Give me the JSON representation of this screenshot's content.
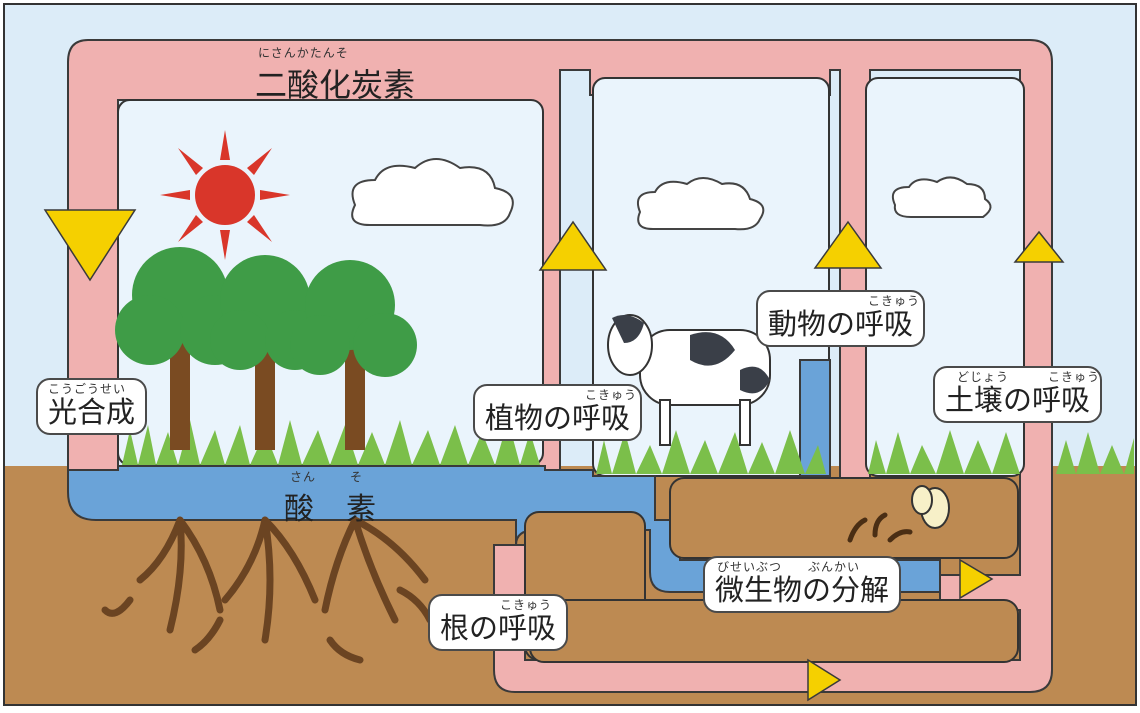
{
  "co2": {
    "text": "二酸化炭素",
    "ruby": "にさんかたんそ"
  },
  "o2": {
    "char1": "酸",
    "char2": "素",
    "ruby1": "さん",
    "ruby2": "そ"
  },
  "photosynthesis": {
    "text": "光合成",
    "ruby": "こうごうせい"
  },
  "plant_respiration": {
    "text": "植物の呼吸",
    "ruby": "こきゅう"
  },
  "animal_respiration": {
    "text": "動物の呼吸",
    "ruby": "こきゅう"
  },
  "soil_respiration": {
    "text": "土壌の呼吸",
    "ruby": "どじょう　　　こきゅう"
  },
  "root_respiration": {
    "text": "根の呼吸",
    "ruby": "こきゅう"
  },
  "decomposition": {
    "text": "微生物の分解",
    "ruby": "びせいぶつ　　ぶんかい"
  },
  "colors": {
    "co2_pipe": "#f0b1b0",
    "o2_pipe": "#6aa3d8",
    "sky": "#dcecf8",
    "soil": "#bd8a52",
    "arrow": "#f5d000",
    "tree": "#3f9c47",
    "sun": "#d9362a"
  }
}
